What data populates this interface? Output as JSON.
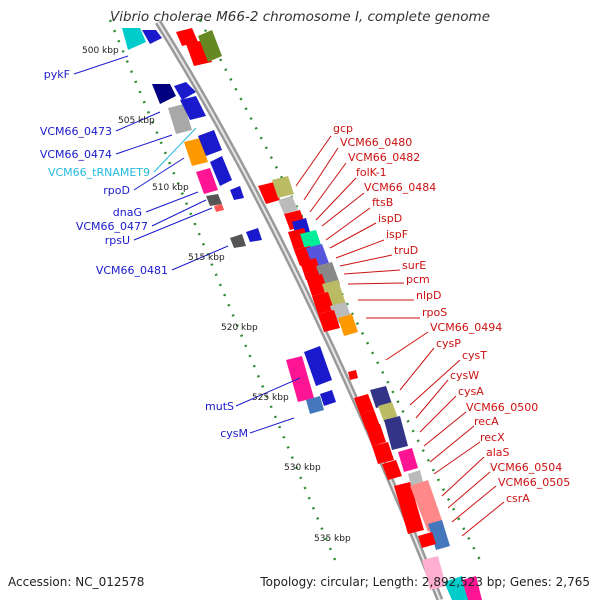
{
  "title": "Vibrio cholerae M66-2 chromosome I, complete genome",
  "footer": {
    "accession": "Accession: NC_012578",
    "summary": "Topology: circular; Length: 2,892,523 bp; Genes: 2,765"
  },
  "colors": {
    "backbone": "#9a9a9a",
    "ruler": "#2e8b2e",
    "left_label": "#1a1acc",
    "trna_label": "#22bbdd",
    "right_label": "#cc1111"
  },
  "ticks": [
    "500 kbp",
    "505 kbp",
    "510 kbp",
    "515 kbp",
    "520 kbp",
    "525 kbp",
    "530 kbp",
    "535 kbp"
  ],
  "left_labels": [
    "pykF",
    "VCM66_0473",
    "VCM66_0474",
    "VCM66_tRNAMET9",
    "rpoD",
    "dnaG",
    "VCM66_0477",
    "rpsU",
    "VCM66_0481",
    "mutS",
    "cysM"
  ],
  "right_labels": [
    "gcp",
    "VCM66_0480",
    "VCM66_0482",
    "folK-1",
    "VCM66_0484",
    "ftsB",
    "ispD",
    "ispF",
    "truD",
    "surE",
    "pcm",
    "nlpD",
    "rpoS",
    "VCM66_0494",
    "cysP",
    "cysT",
    "cysW",
    "cysA",
    "VCM66_0500",
    "recA",
    "recX",
    "alaS",
    "VCM66_0504",
    "VCM66_0505",
    "csrA"
  ]
}
